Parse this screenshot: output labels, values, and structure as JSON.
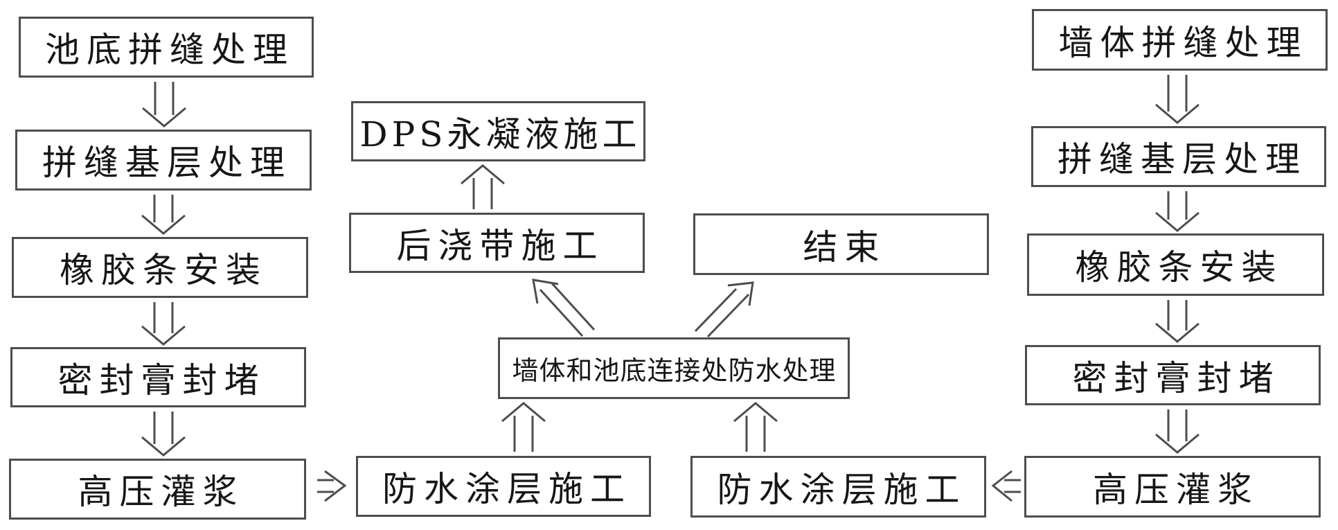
{
  "nodes": {
    "pool_seam": "池底拼缝处理",
    "seam_base_left": "拼缝基层处理",
    "rubber_left": "橡胶条安装",
    "sealant_left": "密封膏封堵",
    "grouting_left": "高压灌浆",
    "dps": "DPS永凝液施工",
    "post_cast": "后浇带施工",
    "end": "结束",
    "junction": "墙体和池底连接处防水处理",
    "coating_left": "防水涂层施工",
    "coating_right": "防水涂层施工",
    "wall_seam": "墙体拼缝处理",
    "seam_base_right": "拼缝基层处理",
    "rubber_right": "橡胶条安装",
    "sealant_right": "密封膏封堵",
    "grouting_right": "高压灌浆"
  },
  "edges": [
    {
      "from": "pool_seam",
      "to": "seam_base_left",
      "direction": "down"
    },
    {
      "from": "seam_base_left",
      "to": "rubber_left",
      "direction": "down"
    },
    {
      "from": "rubber_left",
      "to": "sealant_left",
      "direction": "down"
    },
    {
      "from": "sealant_left",
      "to": "grouting_left",
      "direction": "down"
    },
    {
      "from": "grouting_left",
      "to": "coating_left",
      "direction": "right"
    },
    {
      "from": "coating_left",
      "to": "junction",
      "direction": "up"
    },
    {
      "from": "coating_right",
      "to": "junction",
      "direction": "up"
    },
    {
      "from": "junction",
      "to": "post_cast",
      "direction": "up-left"
    },
    {
      "from": "post_cast",
      "to": "dps",
      "direction": "up"
    },
    {
      "from": "junction",
      "to": "end",
      "direction": "up-right"
    },
    {
      "from": "wall_seam",
      "to": "seam_base_right",
      "direction": "down"
    },
    {
      "from": "seam_base_right",
      "to": "rubber_right",
      "direction": "down"
    },
    {
      "from": "rubber_right",
      "to": "sealant_right",
      "direction": "down"
    },
    {
      "from": "sealant_right",
      "to": "grouting_right",
      "direction": "down"
    },
    {
      "from": "grouting_right",
      "to": "coating_right",
      "direction": "left"
    }
  ],
  "arrow_style": "double-line-open-head",
  "colors": {
    "background": "#ffffff",
    "box_border": "#4d4d4d",
    "arrow": "#4d4d4d",
    "text": "#161616"
  }
}
